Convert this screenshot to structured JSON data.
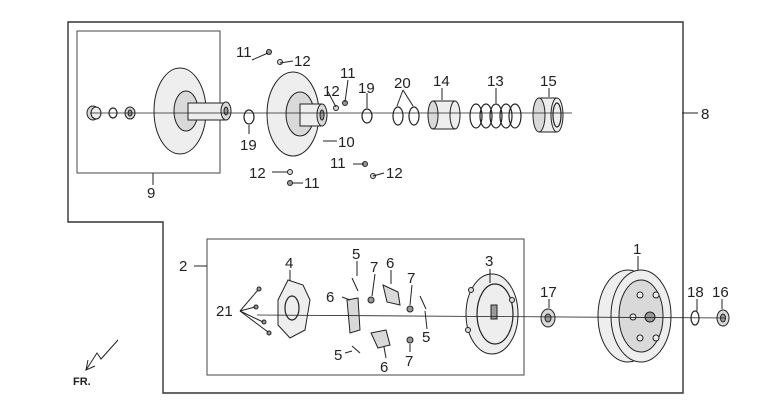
{
  "callouts": {
    "c1": "1",
    "c2": "2",
    "c3": "3",
    "c4": "4",
    "c5a": "5",
    "c5b": "5",
    "c5c": "5",
    "c6a": "6",
    "c6b": "6",
    "c6c": "6",
    "c7a": "7",
    "c7b": "7",
    "c7c": "7",
    "c8": "8",
    "c9": "9",
    "c10": "10",
    "c11a": "11",
    "c11b": "11",
    "c11c": "11",
    "c11d": "11",
    "c12a": "12",
    "c12b": "12",
    "c12c": "12",
    "c12d": "12",
    "c13": "13",
    "c14": "14",
    "c15": "15",
    "c16": "16",
    "c17": "17",
    "c18": "18",
    "c19a": "19",
    "c19b": "19",
    "c20": "20",
    "c21": "21"
  },
  "orientation_label": "FR."
}
